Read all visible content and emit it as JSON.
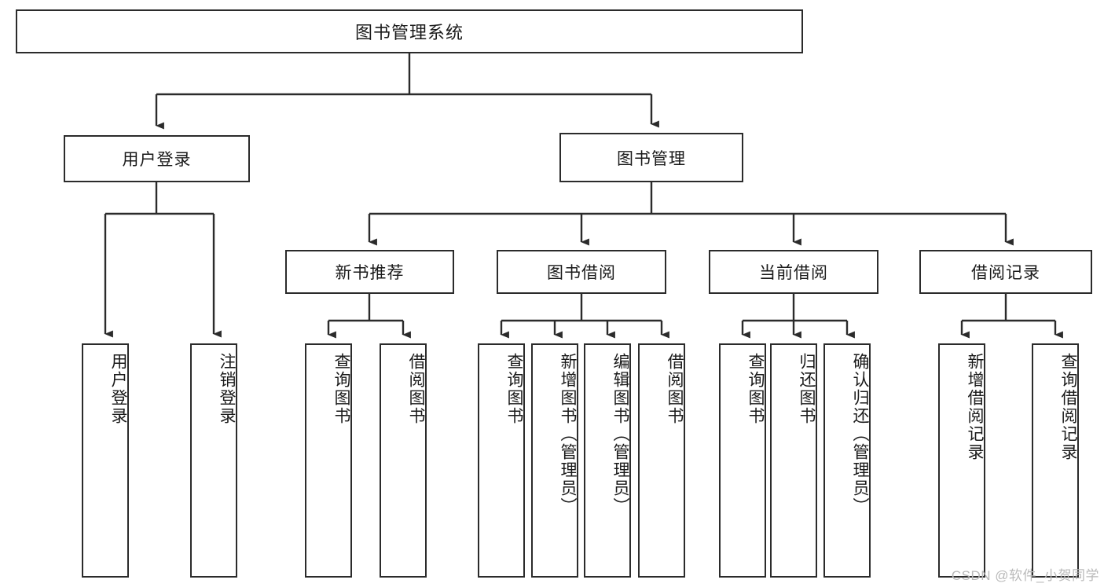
{
  "diagram": {
    "type": "tree-hierarchy-flowchart",
    "title": "图书管理系统",
    "watermark": "CSDN @软件_小贺同学",
    "colors": {
      "background": "#ffffff",
      "box_border": "#2b2b2b",
      "box_fill": "#ffffff",
      "edge": "#2b2b2b",
      "text": "#1a1a1a",
      "watermark": "#b9b9b9"
    },
    "root": {
      "label": "图书管理系统"
    },
    "level1": [
      {
        "id": "user-login",
        "label": "用户登录"
      },
      {
        "id": "book-management",
        "label": "图书管理"
      }
    ],
    "level2": [
      {
        "id": "new-book-recommend",
        "label": "新书推荐",
        "parent": "book-management"
      },
      {
        "id": "book-borrow",
        "label": "图书借阅",
        "parent": "book-management"
      },
      {
        "id": "current-borrow",
        "label": "当前借阅",
        "parent": "book-management"
      },
      {
        "id": "borrow-record",
        "label": "借阅记录",
        "parent": "book-management"
      }
    ],
    "leaves": [
      {
        "id": "leaf-user-login",
        "label": "用户登录",
        "parent": "user-login"
      },
      {
        "id": "leaf-logout-login",
        "label": "注销登录",
        "parent": "user-login"
      },
      {
        "id": "leaf-query-book-1",
        "label": "查询图书",
        "parent": "new-book-recommend"
      },
      {
        "id": "leaf-borrow-book-1",
        "label": "借阅图书",
        "parent": "new-book-recommend"
      },
      {
        "id": "leaf-query-book-2",
        "label": "查询图书",
        "parent": "book-borrow"
      },
      {
        "id": "leaf-add-book",
        "label": "新增图书（管理员）",
        "parent": "book-borrow"
      },
      {
        "id": "leaf-edit-book",
        "label": "编辑图书（管理员）",
        "parent": "book-borrow"
      },
      {
        "id": "leaf-borrow-book-2",
        "label": "借阅图书",
        "parent": "book-borrow"
      },
      {
        "id": "leaf-query-book-3",
        "label": "查询图书",
        "parent": "current-borrow"
      },
      {
        "id": "leaf-return-book",
        "label": "归还图书",
        "parent": "current-borrow"
      },
      {
        "id": "leaf-confirm-return",
        "label": "确认归还（管理员）",
        "parent": "current-borrow"
      },
      {
        "id": "leaf-add-record",
        "label": "新增借阅记录",
        "parent": "borrow-record"
      },
      {
        "id": "leaf-query-record",
        "label": "查询借阅记录",
        "parent": "borrow-record"
      }
    ]
  }
}
